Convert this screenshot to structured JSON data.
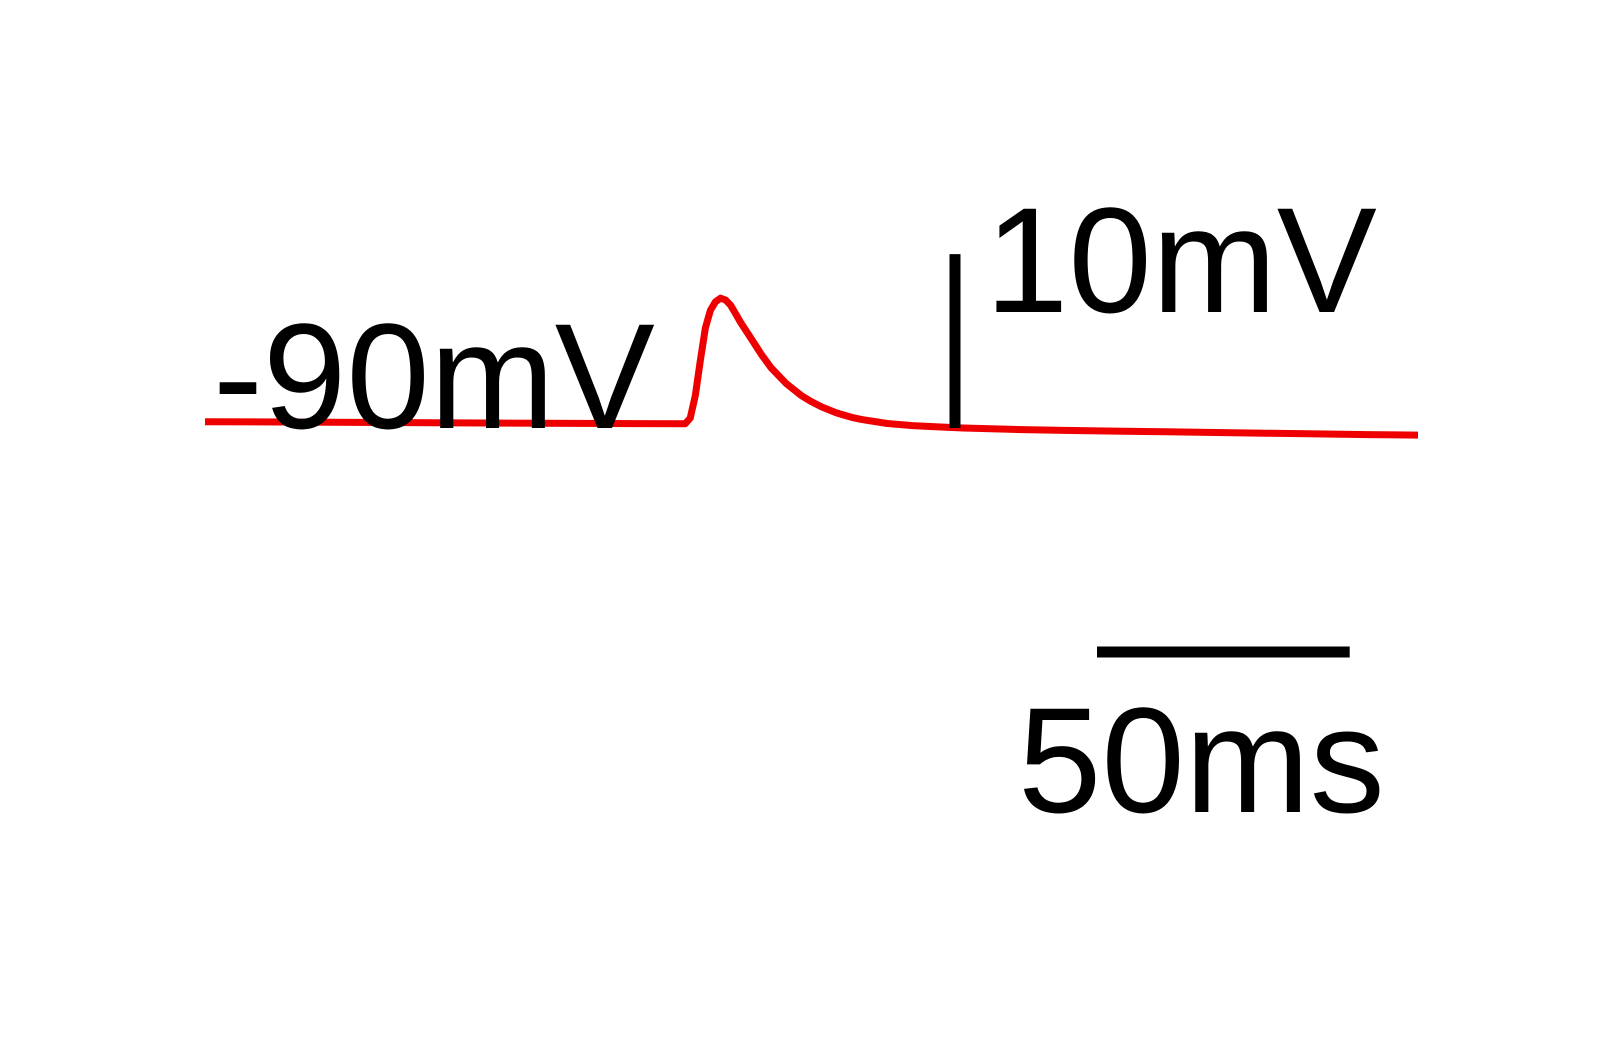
{
  "chart_data": {
    "type": "line",
    "title": "",
    "xlabel": "",
    "ylabel": "",
    "baseline_label": "-90mV",
    "x_unit": "ms",
    "y_unit": "mV",
    "xlim": [
      0,
      240
    ],
    "ylim": [
      -94.5,
      -78
    ],
    "grid": false,
    "legend": "none",
    "series": [
      {
        "color": "#ee0000",
        "x": [
          0,
          20,
          40,
          60,
          80,
          95,
          96,
          97,
          98,
          99,
          100,
          101,
          102,
          103,
          104,
          105,
          106,
          108,
          110,
          112,
          115,
          118,
          120,
          122,
          125,
          128,
          130,
          135,
          140,
          145,
          150,
          160,
          170,
          180,
          190,
          200,
          210,
          220,
          230,
          240
        ],
        "y": [
          -90.0,
          -90.02,
          -90.05,
          -90.08,
          -90.1,
          -90.12,
          -89.8,
          -88.5,
          -86.5,
          -84.6,
          -83.6,
          -83.1,
          -82.9,
          -83.0,
          -83.3,
          -83.8,
          -84.3,
          -85.2,
          -86.1,
          -86.9,
          -87.8,
          -88.5,
          -88.85,
          -89.15,
          -89.5,
          -89.75,
          -89.88,
          -90.1,
          -90.22,
          -90.3,
          -90.36,
          -90.44,
          -90.5,
          -90.54,
          -90.58,
          -90.62,
          -90.66,
          -90.7,
          -90.74,
          -90.77
        ]
      }
    ],
    "scale_bars": {
      "voltage": {
        "value": 10,
        "label": "10mV"
      },
      "time": {
        "value": 50,
        "label": "50ms"
      }
    }
  }
}
